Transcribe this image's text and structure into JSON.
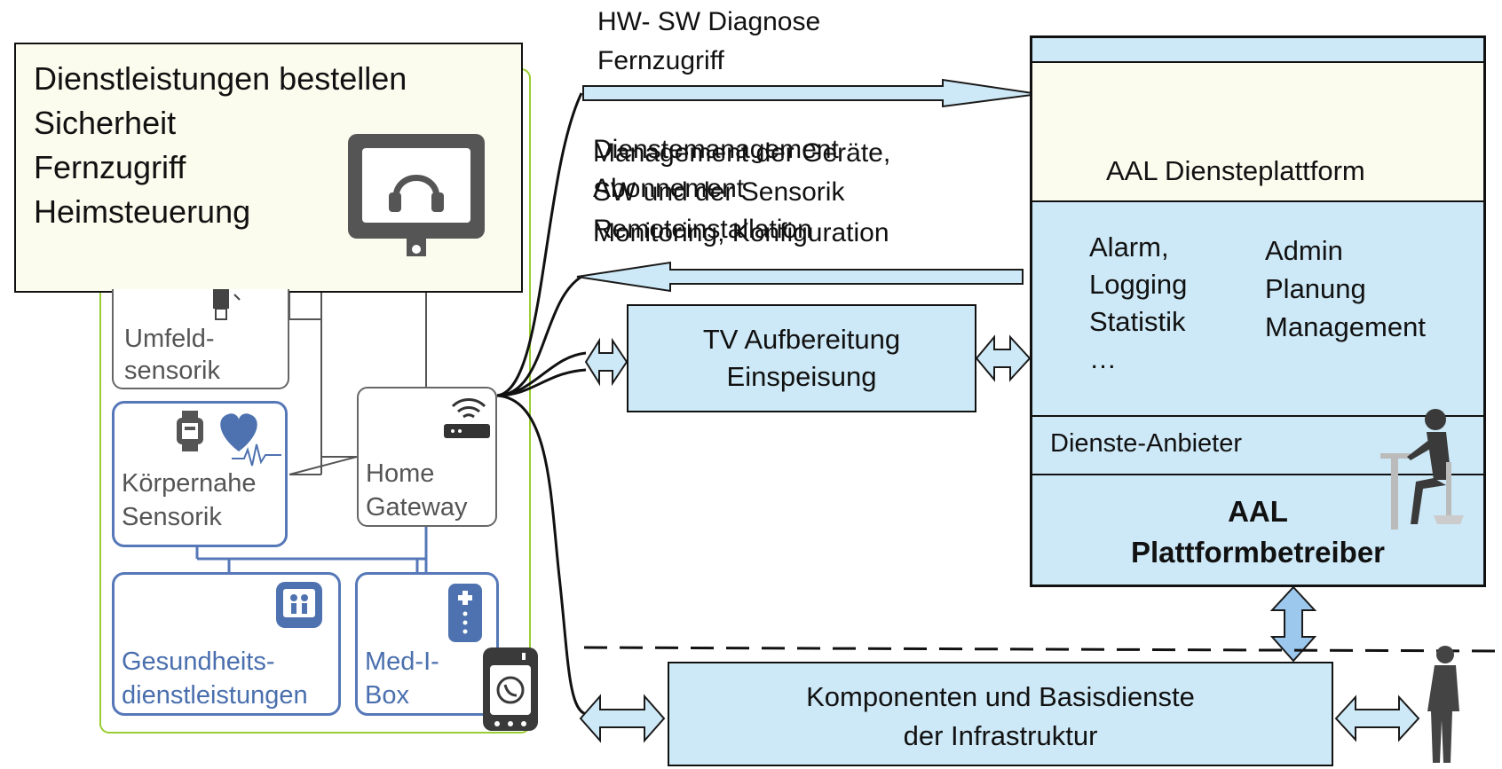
{
  "service_box": {
    "lines": [
      "Dienstleistungen bestellen",
      "Sicherheit",
      "Fernzugriff",
      "Heimsteuerung"
    ]
  },
  "home": {
    "umfeld_label": [
      "Umfeld-",
      "sensorik"
    ],
    "koerpernahe_label": [
      "Körpernahe",
      "Sensorik"
    ],
    "gateway_label": [
      "Home",
      "Gateway"
    ],
    "gesundheit_label": [
      "Gesundheits-",
      "dienstleistungen"
    ],
    "medibox_label": [
      "Med-I-",
      "Box"
    ]
  },
  "arrows": {
    "hw_sw": [
      "HW- SW Diagnose",
      "Fernzugriff"
    ],
    "management_overlap_a": [
      "Management der Geräte,",
      "SW und der Sensorik",
      "Monitoring, Konfiguration"
    ],
    "management_overlap_b": [
      "Dienstemanagement",
      "Abonnement",
      "Remoteinstallation"
    ]
  },
  "tv_box": [
    "TV Aufbereitung",
    "Einspeisung"
  ],
  "platform": {
    "title": "AAL Diensteplattform",
    "down_list": [
      "Alarm,",
      "Logging",
      "Statistik",
      "…"
    ],
    "up_list": [
      "Admin",
      "Planung",
      "Management"
    ],
    "provider": "Dienste-Anbieter",
    "operator": [
      "AAL",
      "Plattformbetreiber"
    ]
  },
  "infra_box": [
    "Komponenten und Basisdienste",
    "der Infrastruktur"
  ],
  "colors": {
    "light_blue": "#cde8f6",
    "cream": "#fbfbee",
    "green_border": "#9acd32",
    "blue_border": "#5678b8",
    "blue_text": "#4a6fae",
    "gray_border": "#666666",
    "icon_blue": "#4e72b0",
    "icon_dark": "#555555"
  }
}
